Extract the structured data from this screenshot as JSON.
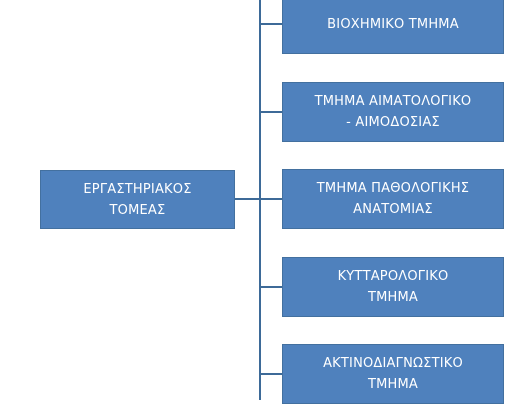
{
  "diagram": {
    "root": {
      "label": "ΕΡΓΑΣΤΗΡΙΑΚΟΣ\nΤΟΜΕΑΣ"
    },
    "children": [
      {
        "label": "ΒΙΟΧΗΜΙΚΟ ΤΜΗΜΑ"
      },
      {
        "label": "ΤΜΗΜΑ ΑΙΜΑΤΟΛΟΓΙΚΟ\n- ΑΙΜΟΔΟΣΙΑΣ"
      },
      {
        "label": "ΤΜΗΜΑ ΠΑΘΟΛΟΓΙΚΗΣ\nΑΝΑΤΟΜΙΑΣ"
      },
      {
        "label": "ΚΥΤΤΑΡΟΛΟΓΙΚΟ\nΤΜΗΜΑ"
      },
      {
        "label": "ΑΚΤΙΝΟΔΙΑΓΝΩΣΤΙΚΟ\nΤΜΗΜΑ"
      }
    ],
    "colors": {
      "box_fill": "#4f81bd",
      "box_border": "#43709f",
      "box_text": "#ffffff",
      "connector": "#3d6a98"
    }
  }
}
